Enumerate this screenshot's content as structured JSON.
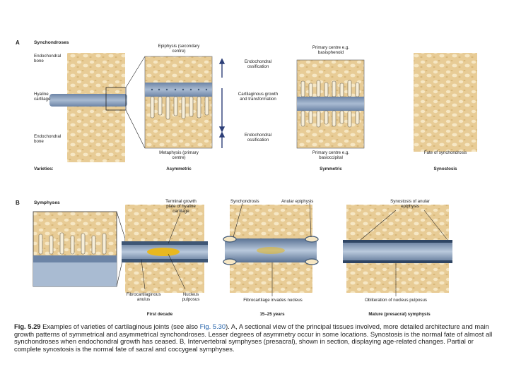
{
  "panel_a": {
    "letter": "A",
    "heading": "Synchondroses",
    "left_labels": {
      "endochondral_top": "Endochondral bone",
      "hyaline": "Hyaline cartilage",
      "endochondral_bottom": "Endochondral bone"
    },
    "epiphysis": "Epiphysis (secondary centre)",
    "metaphysis": "Metaphysis (primary centre)",
    "center_labels": {
      "ossification_top": "Endochondral ossification",
      "growth": "Cartilaginous growth and transformation",
      "ossification_bottom": "Endochondral ossification"
    },
    "primary_top": "Primary centre e.g. basisphenoid",
    "primary_bottom": "Primary centre e.g. basioccipital",
    "fate": "Fate of synchondrosis",
    "varieties_label": "Varieties:",
    "varieties": [
      "Asymmetric",
      "Symmetric",
      "Synostosis"
    ]
  },
  "panel_b": {
    "letter": "B",
    "heading": "Symphyses",
    "terminal_plate": "Terminal growth plate of hyaline cartilage",
    "synchondrosis": "Synchondrosis",
    "anular_epiphysis": "Anular epiphysis",
    "synostosis_anular": "Synostosis of anular epiphysis",
    "fibro_anulus": "Fibrocartilaginous anulus",
    "nucleus": "Nucleus pulposus",
    "fibro_invades": "Fibrocartilage invades nucleus",
    "obliteration": "Obliteration of nucleus pulposus",
    "stages": [
      "First decade",
      "15–25 years",
      "Mature (presacral) symphysis"
    ]
  },
  "caption": {
    "fig_number": "Fig. 5.29",
    "text_1": " Examples of varieties of cartilaginous joints (see also ",
    "fig_ref": "Fig. 5.30",
    "text_2": "). A, A sectional view of the principal tissues involved, more detailed architecture and main growth patterns of symmetrical and asymmetrical synchondroses. Lesser degrees of asymmetry occur in some locations. Synostosis is the normal fate of almost all synchondroses when endochondral growth has ceased. B, Intervertebral symphyses (presacral), shown in section, displaying age-related changes. Partial or complete synostosis is the normal fate of sacral and coccygeal symphyses."
  },
  "colors": {
    "bone": "#e8cc96",
    "bone_spot": "#f6e7c4",
    "cartilage": "#7f97b5",
    "cartilage_dark": "#3e5675",
    "nucleus": "#e8b820",
    "arrow": "#2d3f78"
  }
}
